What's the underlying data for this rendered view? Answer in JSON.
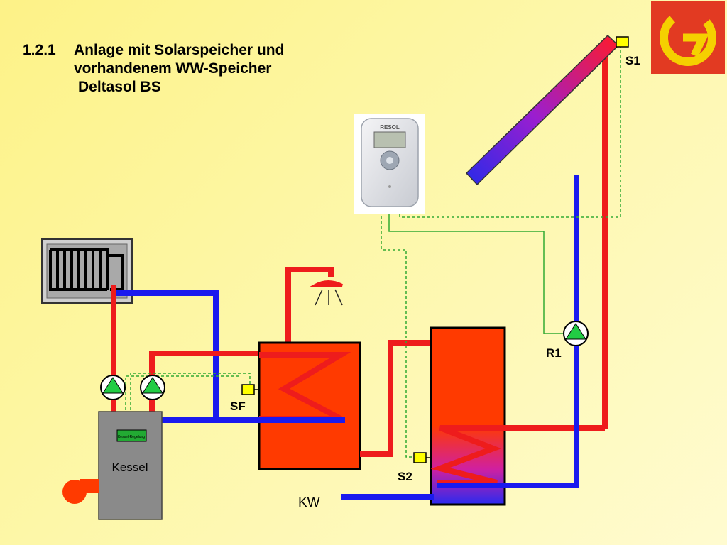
{
  "title": {
    "number": "1.2.1",
    "line1": "Anlage mit Solarspeicher und",
    "line2": "vorhandenem WW-Speicher",
    "line3": "Deltasol BS"
  },
  "controller": {
    "brand": "RESOL"
  },
  "labels": {
    "s1": "S1",
    "s2": "S2",
    "sf": "SF",
    "r1": "R1",
    "kw": "KW",
    "kessel": "Kessel",
    "kessel_regelung": "Kessel-Regelung"
  },
  "colors": {
    "hot": "#ee1c1c",
    "cold": "#1a1aee",
    "sensor_line": "#33aa33",
    "tank": "#ff3a00",
    "pump": "#22cc44"
  }
}
